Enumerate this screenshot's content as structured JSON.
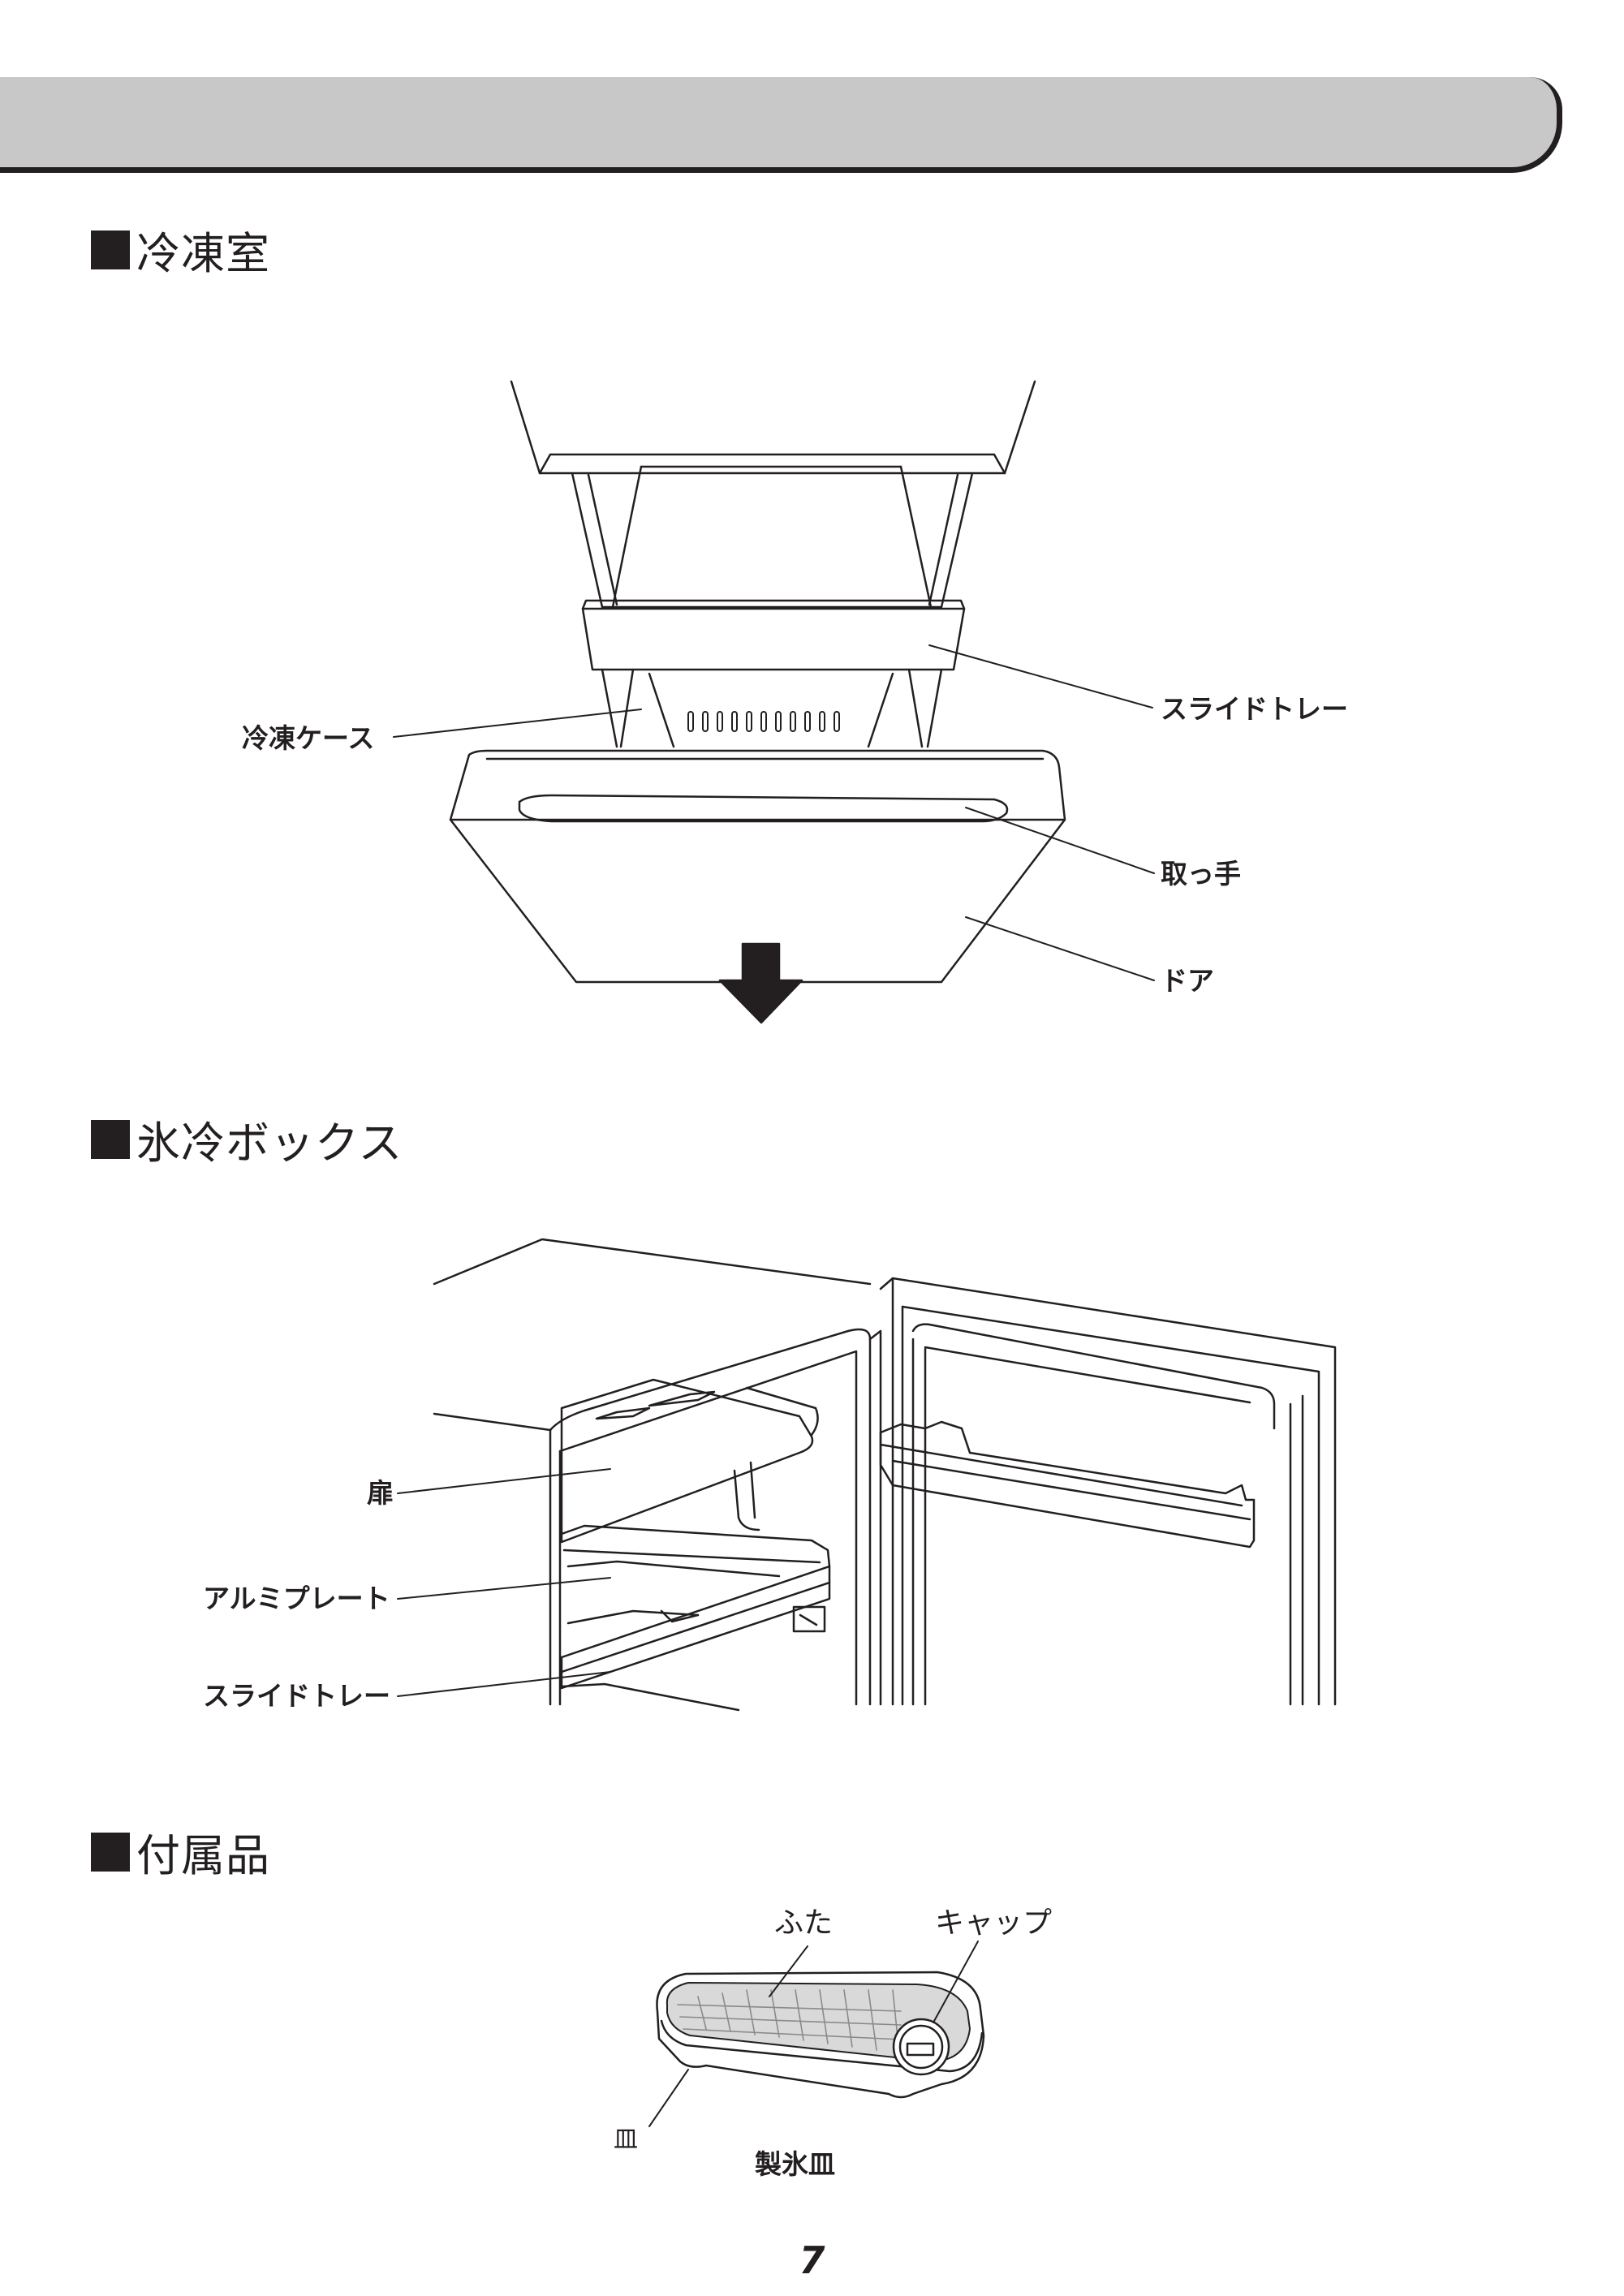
{
  "sections": {
    "freezer": {
      "title": "冷凍室",
      "labels": {
        "slide_tray": "スライドトレー",
        "freezer_case": "冷凍ケース",
        "handle": "取っ手",
        "door": "ドア"
      }
    },
    "ice_box": {
      "title": "氷冷ボックス",
      "labels": {
        "door_flap": "扉",
        "aluminum_plate": "アルミプレート",
        "slide_tray": "スライドトレー"
      }
    },
    "accessories": {
      "title": "付属品",
      "labels": {
        "lid": "ふた",
        "cap": "キャップ",
        "tray": "皿",
        "ice_tray": "製氷皿"
      }
    }
  },
  "page_number": "7"
}
